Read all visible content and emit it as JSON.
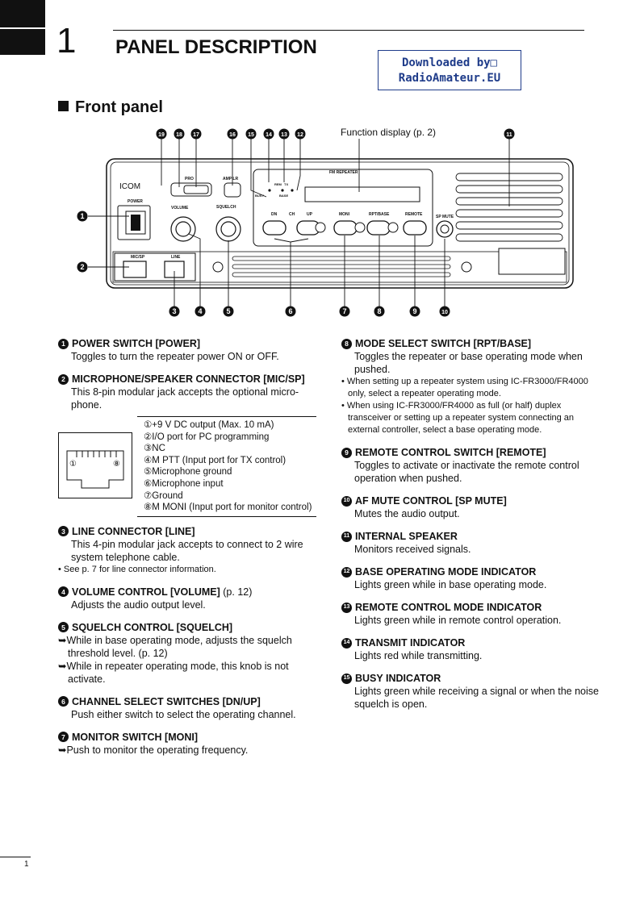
{
  "chapter": {
    "number": "1",
    "title": "PANEL DESCRIPTION"
  },
  "download": {
    "line1": "Downloaded by□",
    "line2": "RadioAmateur.EU"
  },
  "section": "Front panel",
  "function_display_label": "Function display (p. 2)",
  "panel": {
    "brand": "ICOM",
    "fm_repeater": "FM REPEATER",
    "labels": {
      "power": "POWER",
      "volume": "VOLUME",
      "squelch": "SQUELCH",
      "pro": "PRO",
      "amp_lr": "AMP LR",
      "dn": "DN",
      "ch": "CH",
      "up": "UP",
      "moni": "MONI",
      "rpt_base": "RPT/BASE",
      "remote": "REMOTE",
      "sp_mute": "SP MUTE",
      "mic_sp": "MIC/SP",
      "line": "LINE",
      "busy": "BUSY",
      "rem": "REM",
      "base": "BASE",
      "tx": "TX"
    },
    "callouts": [
      "1",
      "2",
      "3",
      "4",
      "5",
      "6",
      "7",
      "8",
      "9",
      "10",
      "11",
      "12",
      "13",
      "14",
      "15",
      "16",
      "17",
      "18",
      "19"
    ]
  },
  "left_items": [
    {
      "n": "1",
      "title": "POWER SWITCH [POWER]",
      "body": "Toggles to turn the repeater power ON or OFF."
    },
    {
      "n": "2",
      "title": "MICROPHONE/SPEAKER CONNECTOR [MIC/SP]",
      "body": "This 8-pin modular jack accepts the optional micro-phone."
    },
    {
      "n": "3",
      "title": "LINE CONNECTOR [LINE]",
      "body": "This 4-pin modular jack accepts to connect to 2 wire system telephone cable.",
      "note": "• See p. 7 for line connector information."
    },
    {
      "n": "4",
      "title": "VOLUME CONTROL [VOLUME]",
      "title_suffix": " (p. 12)",
      "body": "Adjusts the audio output level."
    },
    {
      "n": "5",
      "title": "SQUELCH CONTROL [SQUELCH]",
      "arrow1": "➥While in base operating mode, adjusts the squelch threshold level. (p. 12)",
      "arrow2": "➥While in repeater operating mode, this knob is not activate."
    },
    {
      "n": "6",
      "title": "CHANNEL SELECT SWITCHES [DN/UP]",
      "body": "Push either switch to select the operating channel."
    },
    {
      "n": "7",
      "title": "MONITOR SWITCH [MONI]",
      "arrow1": "➥Push to monitor the operating frequency."
    }
  ],
  "pins": [
    "①+9 V DC output (Max. 10 mA)",
    "②I/O port for PC programming",
    "③NC",
    "④M PTT (Input port for TX control)",
    "⑤Microphone ground",
    "⑥Microphone input",
    "⑦Ground",
    "⑧M MONI (Input port for monitor control)"
  ],
  "pin_marks": {
    "left": "①",
    "right": "⑧"
  },
  "right_items": [
    {
      "n": "8",
      "title": "MODE SELECT SWITCH [RPT/BASE]",
      "body": "Toggles the repeater or base operating mode when pushed.",
      "note1": "• When setting up a repeater system using IC-FR3000/FR4000 only, select a repeater operating mode.",
      "note2": "• When using IC-FR3000/FR4000 as full (or half) duplex transceiver or setting up a repeater system connecting an external controller, select a base operating mode."
    },
    {
      "n": "9",
      "title": "REMOTE CONTROL SWITCH [REMOTE]",
      "body": "Toggles to activate or inactivate the remote control operation when pushed."
    },
    {
      "n": "10",
      "title": "AF MUTE CONTROL [SP MUTE]",
      "body": "Mutes the audio output."
    },
    {
      "n": "11",
      "title": "INTERNAL SPEAKER",
      "body": "Monitors received signals."
    },
    {
      "n": "12",
      "title": "BASE OPERATING MODE INDICATOR",
      "body": "Lights green while in base operating mode."
    },
    {
      "n": "13",
      "title": "REMOTE CONTROL MODE INDICATOR",
      "body": "Lights green while in remote control operation."
    },
    {
      "n": "14",
      "title": "TRANSMIT INDICATOR",
      "body": "Lights red while transmitting."
    },
    {
      "n": "15",
      "title": "BUSY INDICATOR",
      "body": "Lights green while receiving a signal or when the noise squelch is open."
    }
  ],
  "page_number": "1"
}
